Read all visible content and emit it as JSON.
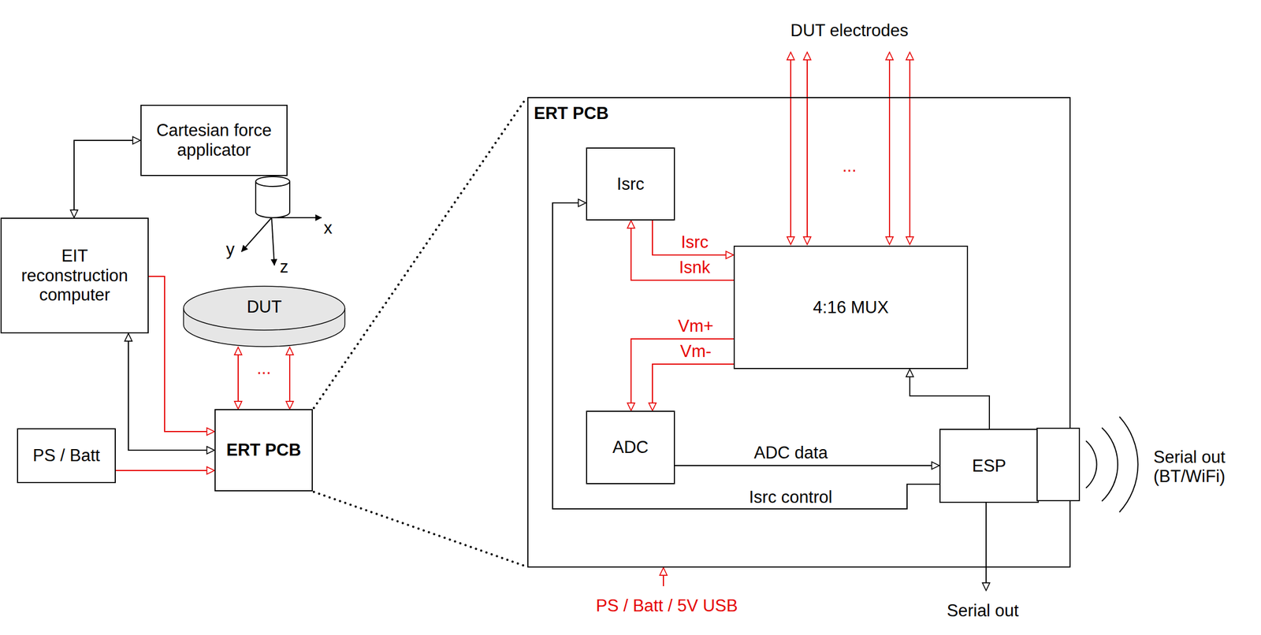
{
  "diagram": {
    "nodes": [
      {
        "text": [
          "Cartesian force applicator"
        ]
      },
      {
        "text": [
          "EIT reconstruction computer"
        ]
      },
      {
        "text": [
          "DUT"
        ]
      },
      {
        "text": [
          "PS / Batt"
        ]
      },
      {
        "text": [
          "ERT PCB"
        ]
      },
      {
        "text": [
          "ERT PCB"
        ]
      },
      {
        "text": [
          "Isrc"
        ],
        "in": 5
      },
      {
        "text": [
          "4:16 MUX"
        ],
        "in": 5
      },
      {
        "text": [
          "ADC"
        ],
        "in": 5
      },
      {
        "text": [
          "ESP"
        ],
        "in": 5
      }
    ],
    "edges": [
      {
        "from": 1,
        "to": 0,
        "arrow": "both"
      },
      {
        "from": 1,
        "to": 4,
        "arrow": "to"
      },
      {
        "from": 4,
        "to": 1,
        "arrow": "both"
      },
      {
        "from": 3,
        "to": 4,
        "arrow": "to"
      },
      {
        "from": 2,
        "to": 4,
        "arrow": "both"
      },
      {
        "from": 2,
        "to": 4,
        "arrow": "both"
      },
      {
        "from": 6,
        "to": 7,
        "label": "Isrc",
        "arrow": "to"
      },
      {
        "from": 7,
        "to": 6,
        "label": "Isnk",
        "arrow": "to"
      },
      {
        "from": 7,
        "to": 8,
        "label": "Vm+",
        "arrow": "to"
      },
      {
        "from": 7,
        "to": 8,
        "label": "Vm-",
        "arrow": "to"
      },
      {
        "from": 9,
        "to": 7,
        "arrow": "to"
      },
      {
        "from": 8,
        "to": 9,
        "label": "ADC data",
        "arrow": "to"
      },
      {
        "from": 9,
        "to": 6,
        "label": "Isrc control",
        "arrow": "to"
      }
    ],
    "labels": [
      "x",
      "y",
      "z",
      "...",
      "DUT electrodes",
      "...",
      "PS / Batt / 5V USB",
      "Serial out (BT/WiFi)",
      "Serial out"
    ]
  }
}
